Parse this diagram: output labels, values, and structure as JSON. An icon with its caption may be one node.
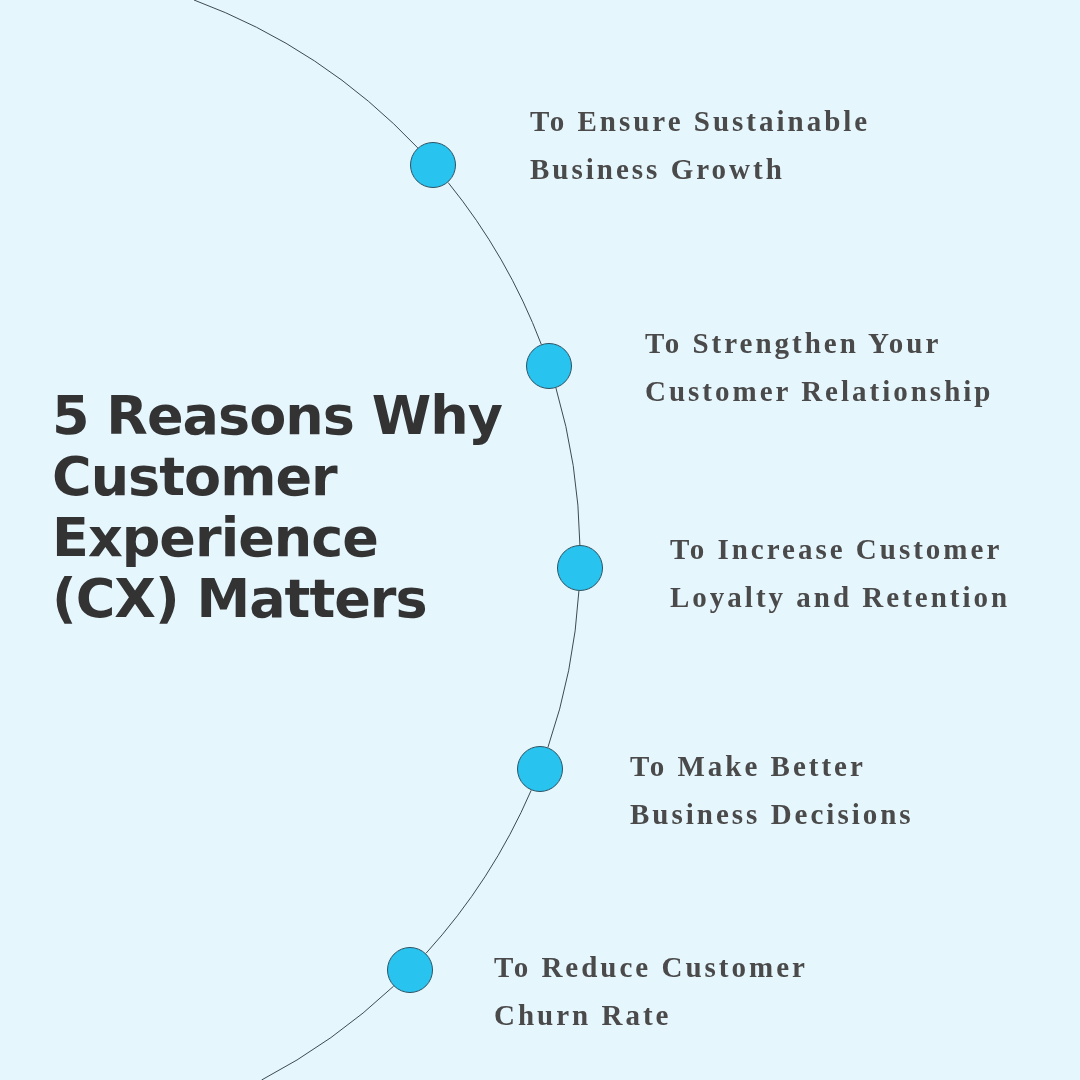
{
  "diagram": {
    "title": "5 Reasons Why Customer Experience (CX) Matters",
    "nodes": [
      {
        "text": [],
        "shape": "circle",
        "beside": [
          "To Ensure Sustainable Business Growth"
        ]
      },
      {
        "text": [],
        "shape": "circle",
        "beside": [
          "To Strengthen Your Customer Relationship"
        ]
      },
      {
        "text": [],
        "shape": "circle",
        "beside": [
          "To Increase Customer Loyalty and Retention"
        ]
      },
      {
        "text": [],
        "shape": "circle",
        "beside": [
          "To Make Better Business Decisions"
        ]
      },
      {
        "text": [],
        "shape": "circle",
        "beside": [
          "To Reduce Customer Churn Rate"
        ]
      }
    ],
    "edges": [
      {
        "from": 0,
        "to": 1,
        "arrow": "none"
      },
      {
        "from": 1,
        "to": 2,
        "arrow": "none"
      },
      {
        "from": 2,
        "to": 3,
        "arrow": "none"
      },
      {
        "from": 3,
        "to": 4,
        "arrow": "none"
      }
    ]
  }
}
